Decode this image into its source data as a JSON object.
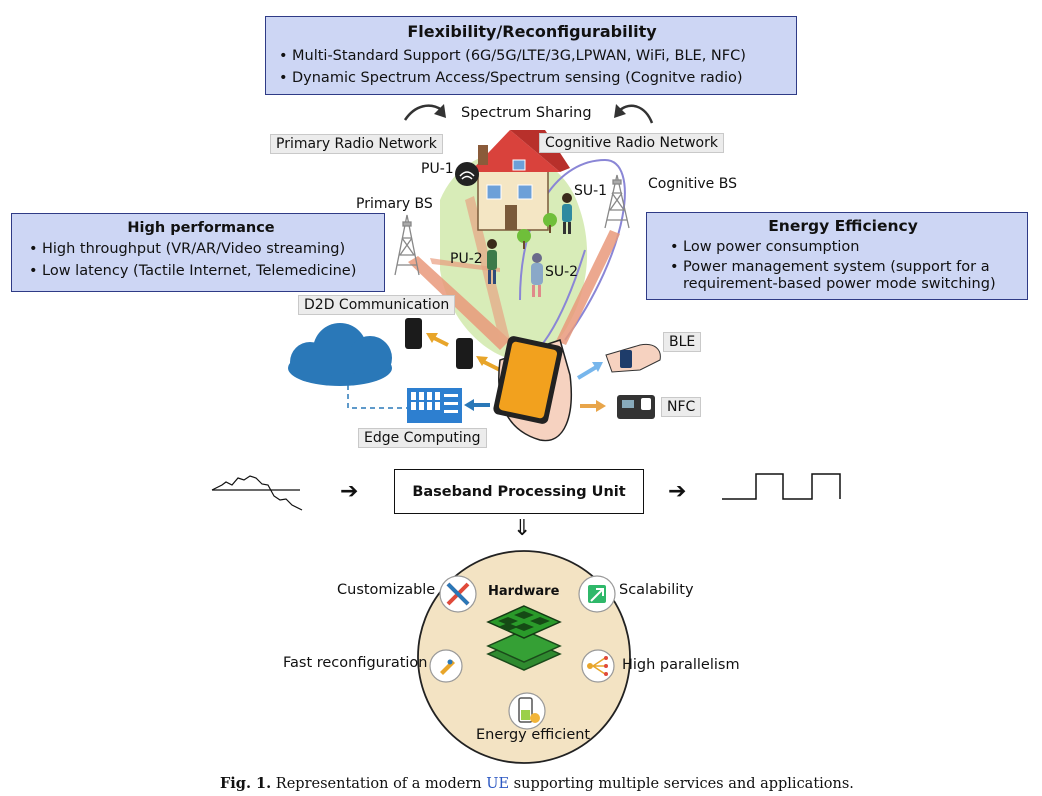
{
  "panels": {
    "flexibility": {
      "title": "Flexibility/Reconfigurability",
      "items": [
        "Multi-Standard Support (6G/5G/LTE/3G,LPWAN, WiFi, BLE, NFC)",
        "Dynamic Spectrum Access/Spectrum sensing (Cognitve radio)"
      ]
    },
    "performance": {
      "title": "High performance",
      "items": [
        "High throughput (VR/AR/Video streaming)",
        "Low latency (Tactile Internet, Telemedicine)"
      ]
    },
    "energy": {
      "title": "Energy Efficiency",
      "items": [
        "Low power consumption",
        "Power management system (support for a requirement-based power mode switching)"
      ]
    }
  },
  "network": {
    "spectrum_sharing": "Spectrum Sharing",
    "primary_radio_network": "Primary Radio Network",
    "cognitive_radio_network": "Cognitive Radio Network",
    "pu1": "PU-1",
    "pu2": "PU-2",
    "su1": "SU-1",
    "su2": "SU-2",
    "primary_bs": "Primary BS",
    "cognitive_bs": "Cognitive BS",
    "d2d": "D2D Communication",
    "edge": "Edge Computing",
    "ble": "BLE",
    "nfc": "NFC"
  },
  "processing": {
    "baseband_unit": "Baseband Processing Unit",
    "arrow_glyph": "➔",
    "down_arrow_glyph": "⇓"
  },
  "hardware": {
    "center": "Hardware",
    "customizable": "Customizable",
    "scalability": "Scalability",
    "fast_reconfiguration": "Fast reconfiguration",
    "high_parallelism": "High parallelism",
    "energy_efficient": "Energy efficient"
  },
  "caption": {
    "label": "Fig. 1.",
    "pre": "Representation of a modern",
    "ue": "UE",
    "post": "supporting multiple services and applications."
  },
  "colors": {
    "panel_fill": "#cdd6f4",
    "panel_border": "#2f3b86",
    "green_region": "#d4eab0",
    "cognitive_curve": "#8a86d6",
    "beam": "#e99a7c",
    "phone": "#f2a11e",
    "cloud": "#2a78b8",
    "hardware_disc": "#f3e3c3",
    "ue_link": "#2b57c2"
  }
}
